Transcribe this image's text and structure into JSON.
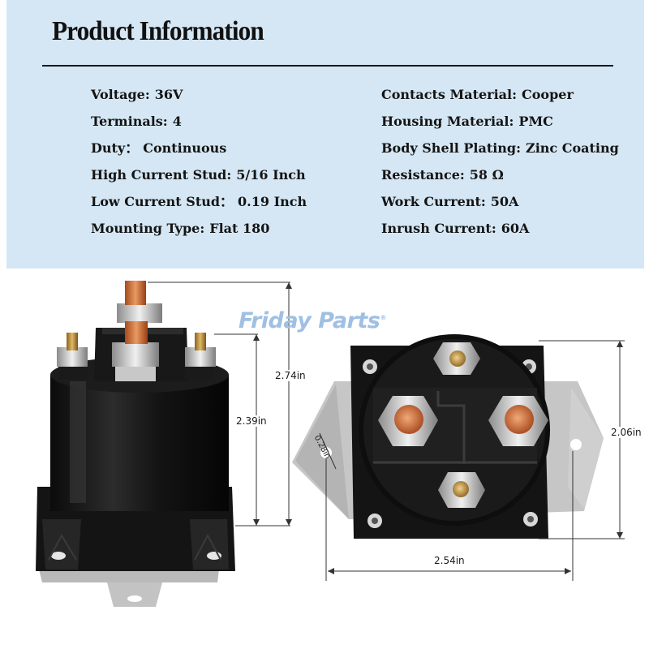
{
  "panel": {
    "title": "Product Information",
    "left_specs": [
      {
        "label": "Voltage:",
        "value": "36V"
      },
      {
        "label": "Terminals:",
        "value": "4"
      },
      {
        "label": "Duty：",
        "value": "Continuous"
      },
      {
        "label": "High Current Stud:",
        "value": "5/16 Inch"
      },
      {
        "label": "Low Current Stud：",
        "value": "0.19 Inch"
      },
      {
        "label": "Mounting Type:",
        "value": "Flat 180"
      }
    ],
    "right_specs": [
      {
        "label": "Contacts Material:",
        "value": "Cooper"
      },
      {
        "label": "Housing Material:",
        "value": "PMC"
      },
      {
        "label": "Body Shell Plating:",
        "value": "Zinc Coating"
      },
      {
        "label": "Resistance:",
        "value": "58 Ω"
      },
      {
        "label": "Work Current:",
        "value": "50A"
      },
      {
        "label": "Inrush Current:",
        "value": "60A"
      }
    ],
    "colors": {
      "panel_bg": "#d5e7f4",
      "text": "#141414",
      "logo": "#9fc0e3"
    }
  },
  "product": {
    "logo": "Friday Parts",
    "logo_mark": "®",
    "dimensions": {
      "total_height": "2.74in",
      "body_height": "2.39in",
      "base_width": "2.54in",
      "base_height": "2.06in",
      "hole_diameter": "0.28in"
    }
  }
}
